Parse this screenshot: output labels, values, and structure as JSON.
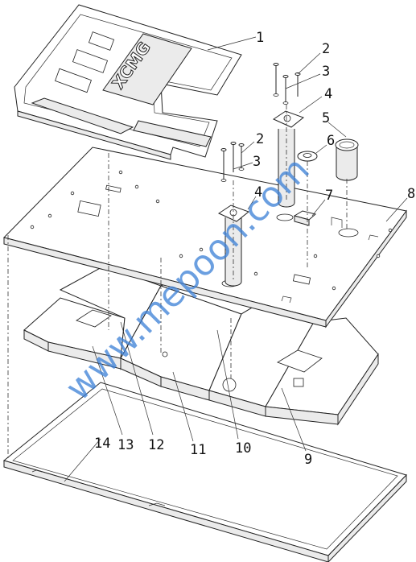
{
  "diagram": {
    "logo_text": "XCMG",
    "watermark": "www.mepoon.com",
    "callouts": [
      {
        "label": "1"
      },
      {
        "label": "2"
      },
      {
        "label": "3"
      },
      {
        "label": "4"
      },
      {
        "label": "5"
      },
      {
        "label": "6"
      },
      {
        "label": "2"
      },
      {
        "label": "3"
      },
      {
        "label": "4"
      },
      {
        "label": "7"
      },
      {
        "label": "8"
      },
      {
        "label": "14"
      },
      {
        "label": "13"
      },
      {
        "label": "12"
      },
      {
        "label": "11"
      },
      {
        "label": "10"
      },
      {
        "label": "9"
      }
    ]
  }
}
